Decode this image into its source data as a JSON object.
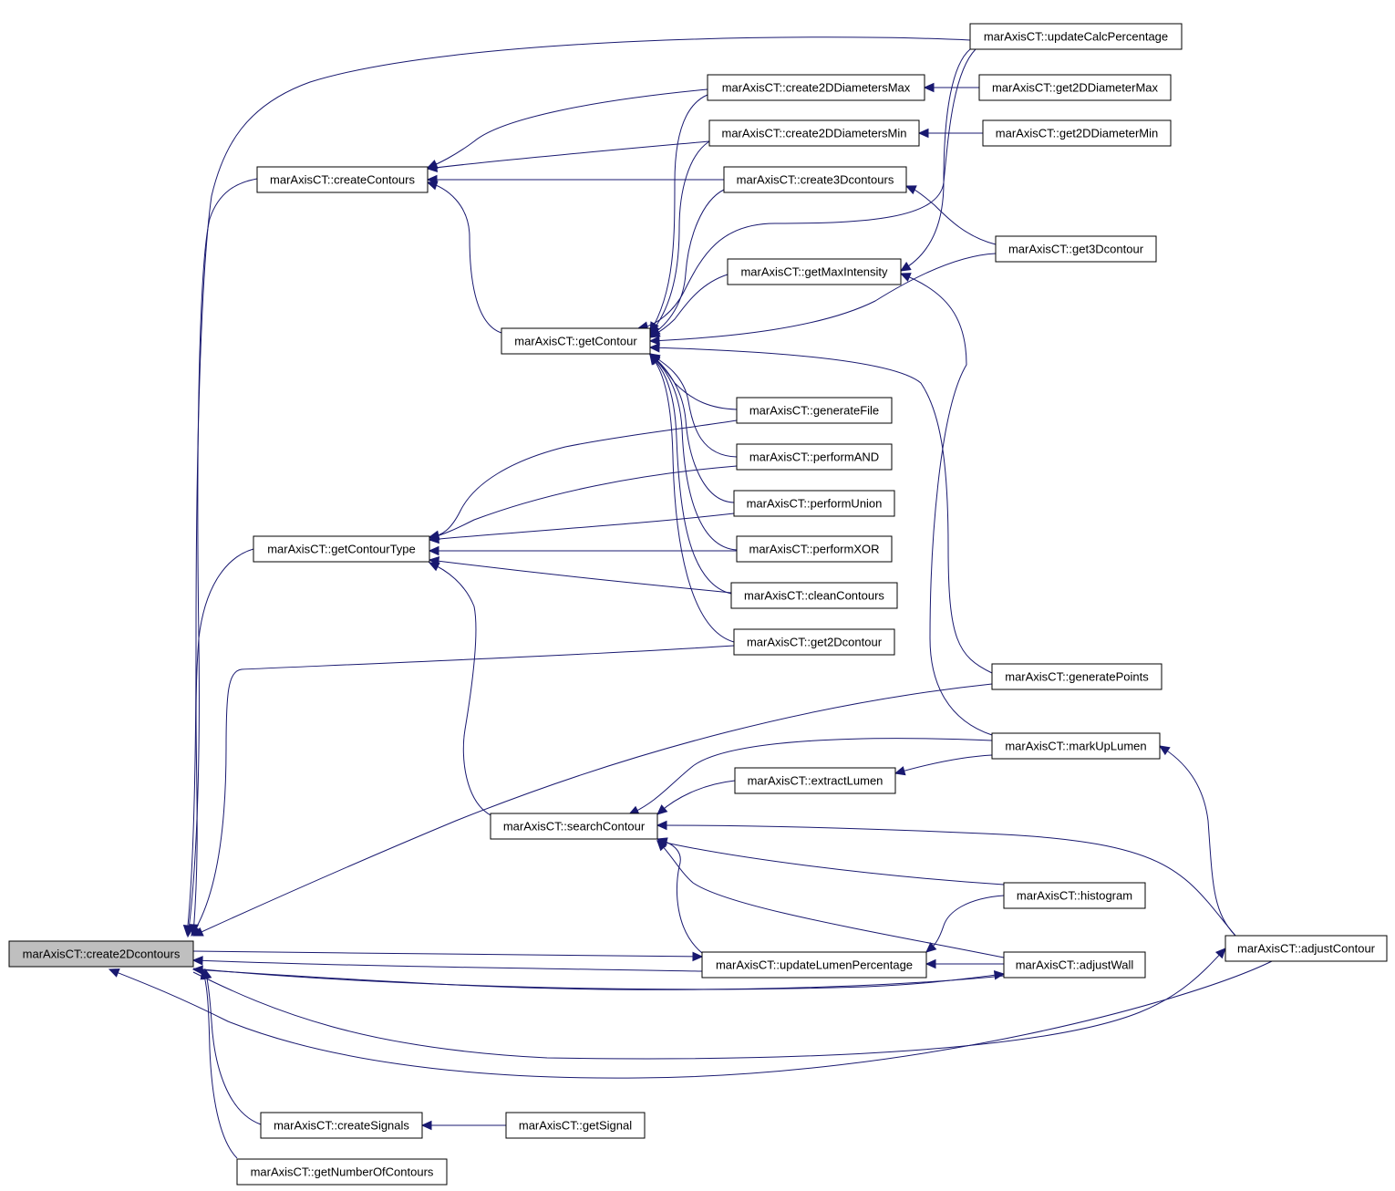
{
  "graph": {
    "nodes": [
      {
        "id": "create2Dcontours",
        "label": "marAxisCT::create2Dcontours",
        "root": true
      },
      {
        "id": "updateCalcPercentage",
        "label": "marAxisCT::updateCalcPercentage"
      },
      {
        "id": "create2DDiametersMax",
        "label": "marAxisCT::create2DDiametersMax"
      },
      {
        "id": "get2DDiameterMax",
        "label": "marAxisCT::get2DDiameterMax"
      },
      {
        "id": "create2DDiametersMin",
        "label": "marAxisCT::create2DDiametersMin"
      },
      {
        "id": "get2DDiameterMin",
        "label": "marAxisCT::get2DDiameterMin"
      },
      {
        "id": "createContours",
        "label": "marAxisCT::createContours"
      },
      {
        "id": "create3Dcontours",
        "label": "marAxisCT::create3Dcontours"
      },
      {
        "id": "get3Dcontour",
        "label": "marAxisCT::get3Dcontour"
      },
      {
        "id": "getMaxIntensity",
        "label": "marAxisCT::getMaxIntensity"
      },
      {
        "id": "getContour",
        "label": "marAxisCT::getContour"
      },
      {
        "id": "generateFile",
        "label": "marAxisCT::generateFile"
      },
      {
        "id": "performAND",
        "label": "marAxisCT::performAND"
      },
      {
        "id": "performUnion",
        "label": "marAxisCT::performUnion"
      },
      {
        "id": "getContourType",
        "label": "marAxisCT::getContourType"
      },
      {
        "id": "performXOR",
        "label": "marAxisCT::performXOR"
      },
      {
        "id": "cleanContours",
        "label": "marAxisCT::cleanContours"
      },
      {
        "id": "get2Dcontour",
        "label": "marAxisCT::get2Dcontour"
      },
      {
        "id": "generatePoints",
        "label": "marAxisCT::generatePoints"
      },
      {
        "id": "markUpLumen",
        "label": "marAxisCT::markUpLumen"
      },
      {
        "id": "extractLumen",
        "label": "marAxisCT::extractLumen"
      },
      {
        "id": "searchContour",
        "label": "marAxisCT::searchContour"
      },
      {
        "id": "histogram",
        "label": "marAxisCT::histogram"
      },
      {
        "id": "adjustContour",
        "label": "marAxisCT::adjustContour"
      },
      {
        "id": "updateLumenPercentage",
        "label": "marAxisCT::updateLumenPercentage"
      },
      {
        "id": "adjustWall",
        "label": "marAxisCT::adjustWall"
      },
      {
        "id": "createSignals",
        "label": "marAxisCT::createSignals"
      },
      {
        "id": "getSignal",
        "label": "marAxisCT::getSignal"
      },
      {
        "id": "getNumberOfContours",
        "label": "marAxisCT::getNumberOfContours"
      }
    ],
    "edges": [
      {
        "from": "updateCalcPercentage",
        "to": "create2Dcontours"
      },
      {
        "from": "createContours",
        "to": "create2Dcontours"
      },
      {
        "from": "getContourType",
        "to": "create2Dcontours"
      },
      {
        "from": "get2Dcontour",
        "to": "create2Dcontours"
      },
      {
        "from": "generatePoints",
        "to": "create2Dcontours"
      },
      {
        "from": "updateLumenPercentage",
        "to": "create2Dcontours"
      },
      {
        "from": "adjustWall",
        "to": "create2Dcontours"
      },
      {
        "from": "adjustContour",
        "to": "create2Dcontours"
      },
      {
        "from": "createSignals",
        "to": "create2Dcontours"
      },
      {
        "from": "getNumberOfContours",
        "to": "create2Dcontours"
      },
      {
        "from": "create2Dcontours",
        "to": "updateLumenPercentage"
      },
      {
        "from": "create2Dcontours",
        "to": "adjustWall"
      },
      {
        "from": "create2Dcontours",
        "to": "adjustContour"
      },
      {
        "from": "get2DDiameterMax",
        "to": "create2DDiametersMax"
      },
      {
        "from": "get2DDiameterMin",
        "to": "create2DDiametersMin"
      },
      {
        "from": "create2DDiametersMax",
        "to": "createContours"
      },
      {
        "from": "create2DDiametersMin",
        "to": "createContours"
      },
      {
        "from": "create3Dcontours",
        "to": "createContours"
      },
      {
        "from": "getContour",
        "to": "createContours"
      },
      {
        "from": "get3Dcontour",
        "to": "create3Dcontours"
      },
      {
        "from": "updateCalcPercentage",
        "to": "getMaxIntensity"
      },
      {
        "from": "markUpLumen",
        "to": "getMaxIntensity"
      },
      {
        "from": "create2DDiametersMax",
        "to": "getContour"
      },
      {
        "from": "create2DDiametersMin",
        "to": "getContour"
      },
      {
        "from": "create3Dcontours",
        "to": "getContour"
      },
      {
        "from": "getMaxIntensity",
        "to": "getContour"
      },
      {
        "from": "updateCalcPercentage",
        "to": "getContour"
      },
      {
        "from": "get3Dcontour",
        "to": "getContour"
      },
      {
        "from": "generatePoints",
        "to": "getContour"
      },
      {
        "from": "generateFile",
        "to": "getContour"
      },
      {
        "from": "performAND",
        "to": "getContour"
      },
      {
        "from": "performUnion",
        "to": "getContour"
      },
      {
        "from": "performXOR",
        "to": "getContour"
      },
      {
        "from": "cleanContours",
        "to": "getContour"
      },
      {
        "from": "get2Dcontour",
        "to": "getContour"
      },
      {
        "from": "generateFile",
        "to": "getContourType"
      },
      {
        "from": "performAND",
        "to": "getContourType"
      },
      {
        "from": "performUnion",
        "to": "getContourType"
      },
      {
        "from": "performXOR",
        "to": "getContourType"
      },
      {
        "from": "cleanContours",
        "to": "getContourType"
      },
      {
        "from": "searchContour",
        "to": "getContourType"
      },
      {
        "from": "markUpLumen",
        "to": "searchContour"
      },
      {
        "from": "extractLumen",
        "to": "searchContour"
      },
      {
        "from": "adjustContour",
        "to": "searchContour"
      },
      {
        "from": "histogram",
        "to": "searchContour"
      },
      {
        "from": "adjustWall",
        "to": "searchContour"
      },
      {
        "from": "updateLumenPercentage",
        "to": "searchContour"
      },
      {
        "from": "markUpLumen",
        "to": "extractLumen"
      },
      {
        "from": "adjustContour",
        "to": "markUpLumen"
      },
      {
        "from": "histogram",
        "to": "updateLumenPercentage"
      },
      {
        "from": "adjustWall",
        "to": "updateLumenPercentage"
      },
      {
        "from": "getSignal",
        "to": "createSignals"
      }
    ]
  },
  "colors": {
    "edge": "#191970",
    "root_fill": "#bfbfbf",
    "node_fill": "#ffffff",
    "node_stroke": "#000000"
  }
}
